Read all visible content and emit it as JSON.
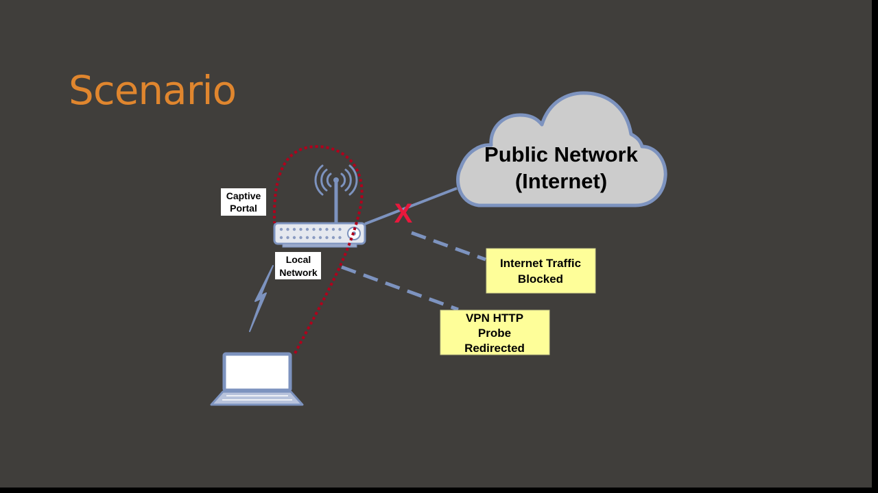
{
  "slide": {
    "title": "Scenario"
  },
  "diagram": {
    "cloud": {
      "line1": "Public Network",
      "line2": "(Internet)"
    },
    "labels": {
      "captive_portal": [
        "Captive",
        "Portal"
      ],
      "local_network": [
        "Local",
        "Network"
      ]
    },
    "callouts": {
      "internet_blocked": [
        "Internet Traffic",
        "Blocked"
      ],
      "vpn_probe": [
        "VPN HTTP",
        "Probe",
        "Redirected"
      ]
    },
    "blocked_marker": "X",
    "colors": {
      "background": "#403e3b",
      "title": "#e0862e",
      "device_outline": "#7d93bf",
      "callout_fill": "#fefe99",
      "red_path": "#b0001c",
      "blocked_x": "#e8183c",
      "cloud_fill": "#cccccc"
    }
  }
}
